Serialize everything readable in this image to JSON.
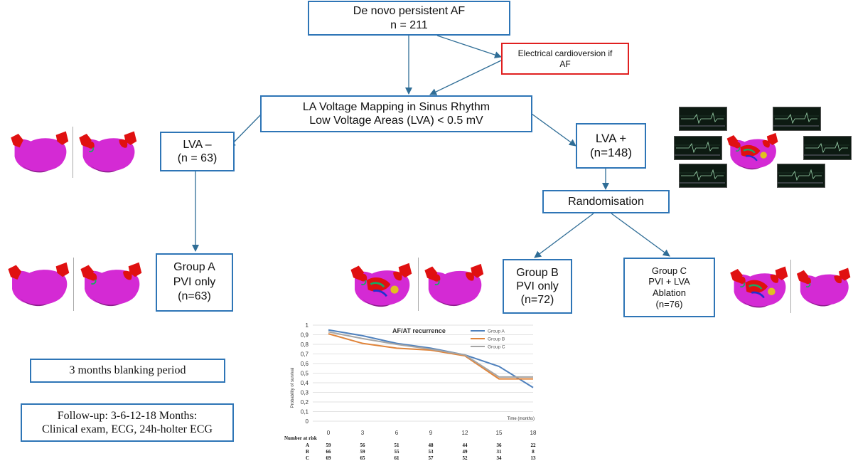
{
  "boxes": {
    "top": {
      "line1": "De novo persistent AF",
      "line2": "n = 211"
    },
    "cardioversion": {
      "line1": "Electrical cardioversion if",
      "line2": "AF"
    },
    "mapping": {
      "line1": "LA Voltage Mapping in Sinus Rhythm",
      "line2": "Low Voltage Areas (LVA) < 0.5 mV"
    },
    "lva_minus": {
      "line1": "LVA –",
      "line2": "(n = 63)"
    },
    "lva_plus": {
      "line1": "LVA +",
      "line2": "(n=148)"
    },
    "randomisation": {
      "line1": "Randomisation"
    },
    "group_a": {
      "line1": "Group A",
      "line2": "PVI only",
      "line3": "(n=63)"
    },
    "group_b": {
      "line1": "Group B",
      "line2": "PVI only",
      "line3": "(n=72)"
    },
    "group_c": {
      "line1": "Group C",
      "line2": "PVI + LVA",
      "line3": "Ablation",
      "line4": "(n=76)"
    },
    "blanking": {
      "line1": "3 months blanking period"
    },
    "followup": {
      "line1": "Follow-up: 3-6-12-18 Months:",
      "line2": "Clinical exam, ECG, 24h-holter ECG"
    }
  },
  "colors": {
    "box_border": "#2e75b6",
    "cardioversion_border": "#e02020",
    "arrow": "#2f6d96",
    "heart_base": "#d42ad4",
    "heart_red": "#e01010",
    "heart_green": "#1aa860",
    "heart_blue": "#2030d0"
  },
  "icons": [
    "la-voltage-map-icon",
    "ecg-tracing-icon"
  ],
  "chart_data": {
    "type": "line",
    "title": "AF/AT recurrence",
    "xlabel": "Time (months)",
    "ylabel": "Probability of survival",
    "x": [
      0,
      3,
      6,
      9,
      12,
      15,
      18
    ],
    "x_ticks": [
      "0",
      "3",
      "6",
      "9",
      "12",
      "15",
      "18"
    ],
    "y_ticks": [
      "0",
      "0,1",
      "0,2",
      "0,3",
      "0,4",
      "0,5",
      "0,6",
      "0,7",
      "0,8",
      "0,9",
      "1"
    ],
    "ylim": [
      0,
      1
    ],
    "xlim": [
      0,
      18
    ],
    "grid": true,
    "legend": "top-right",
    "series": [
      {
        "name": "Group A",
        "color": "#4f81bd",
        "values": [
          0.95,
          0.89,
          0.81,
          0.76,
          0.69,
          0.57,
          0.35
        ]
      },
      {
        "name": "Group B",
        "color": "#e0843a",
        "values": [
          0.91,
          0.81,
          0.76,
          0.74,
          0.68,
          0.44,
          0.44
        ]
      },
      {
        "name": "Group C",
        "color": "#a5a5a5",
        "values": [
          0.93,
          0.86,
          0.8,
          0.75,
          0.69,
          0.46,
          0.46
        ]
      }
    ],
    "number_at_risk": {
      "title": "Number at risk",
      "rows": [
        {
          "group": "A",
          "values": [
            "59",
            "56",
            "51",
            "48",
            "44",
            "36",
            "22"
          ]
        },
        {
          "group": "B",
          "values": [
            "66",
            "59",
            "55",
            "53",
            "49",
            "31",
            "8"
          ]
        },
        {
          "group": "C",
          "values": [
            "69",
            "65",
            "61",
            "57",
            "52",
            "34",
            "13"
          ]
        }
      ]
    }
  }
}
